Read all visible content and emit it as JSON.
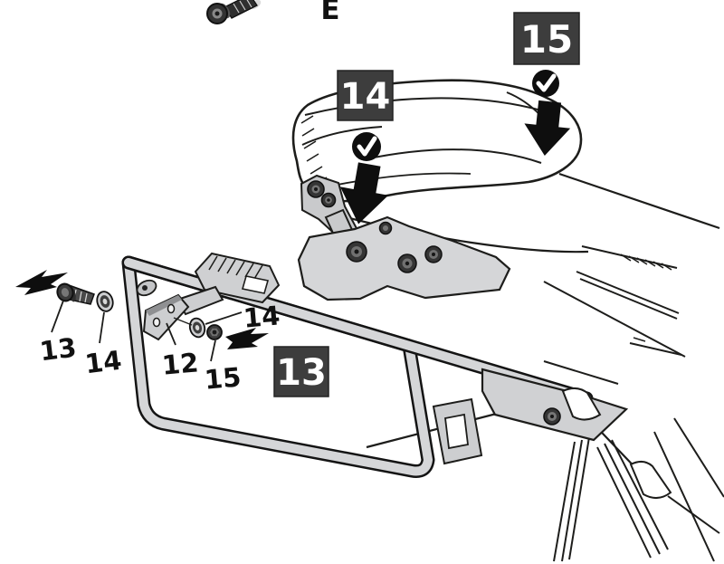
{
  "figure": {
    "type": "assembly-instruction-diagram",
    "subject": "motorcycle side-case carrier frame mounting",
    "callout_letter": "E",
    "step_badges": {
      "b14": "14",
      "b15": "15",
      "b13": "13"
    },
    "part_labels": {
      "p13": "13",
      "p14_left": "14",
      "p12": "12",
      "p15": "15",
      "p14_mid": "14"
    },
    "icons": [
      "check-icon",
      "down-arrow-icon",
      "direction-arrow-icon",
      "screw-icon"
    ],
    "colors": {
      "background": "#ffffff",
      "line": "#1d1d1b",
      "badge_bg": "#3d3d3d",
      "badge_text": "#ffffff",
      "metal_light": "#d5d6d8",
      "metal_mid": "#c9cacc",
      "metal_dark": "#353535",
      "arrow_black": "#0e0e0e"
    }
  }
}
